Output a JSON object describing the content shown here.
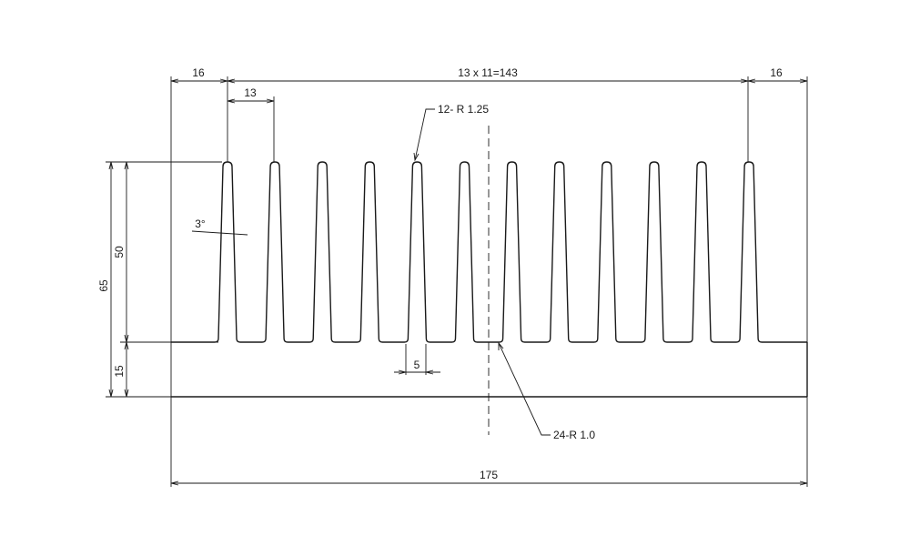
{
  "drawing": {
    "colors": {
      "line": "#1a1a1a",
      "background": "#ffffff"
    },
    "dimensions": {
      "left_margin": "16",
      "fin_pitch": "13",
      "pitch_total": "13 x 11=143",
      "right_margin": "16",
      "overall_height": "65",
      "fin_height": "50",
      "base_thickness": "15",
      "gap_width": "5",
      "total_width": "175",
      "draft_angle": "3°"
    },
    "callouts": {
      "tip_radius": "12- R 1.25",
      "root_radius": "24-R 1.0"
    }
  }
}
